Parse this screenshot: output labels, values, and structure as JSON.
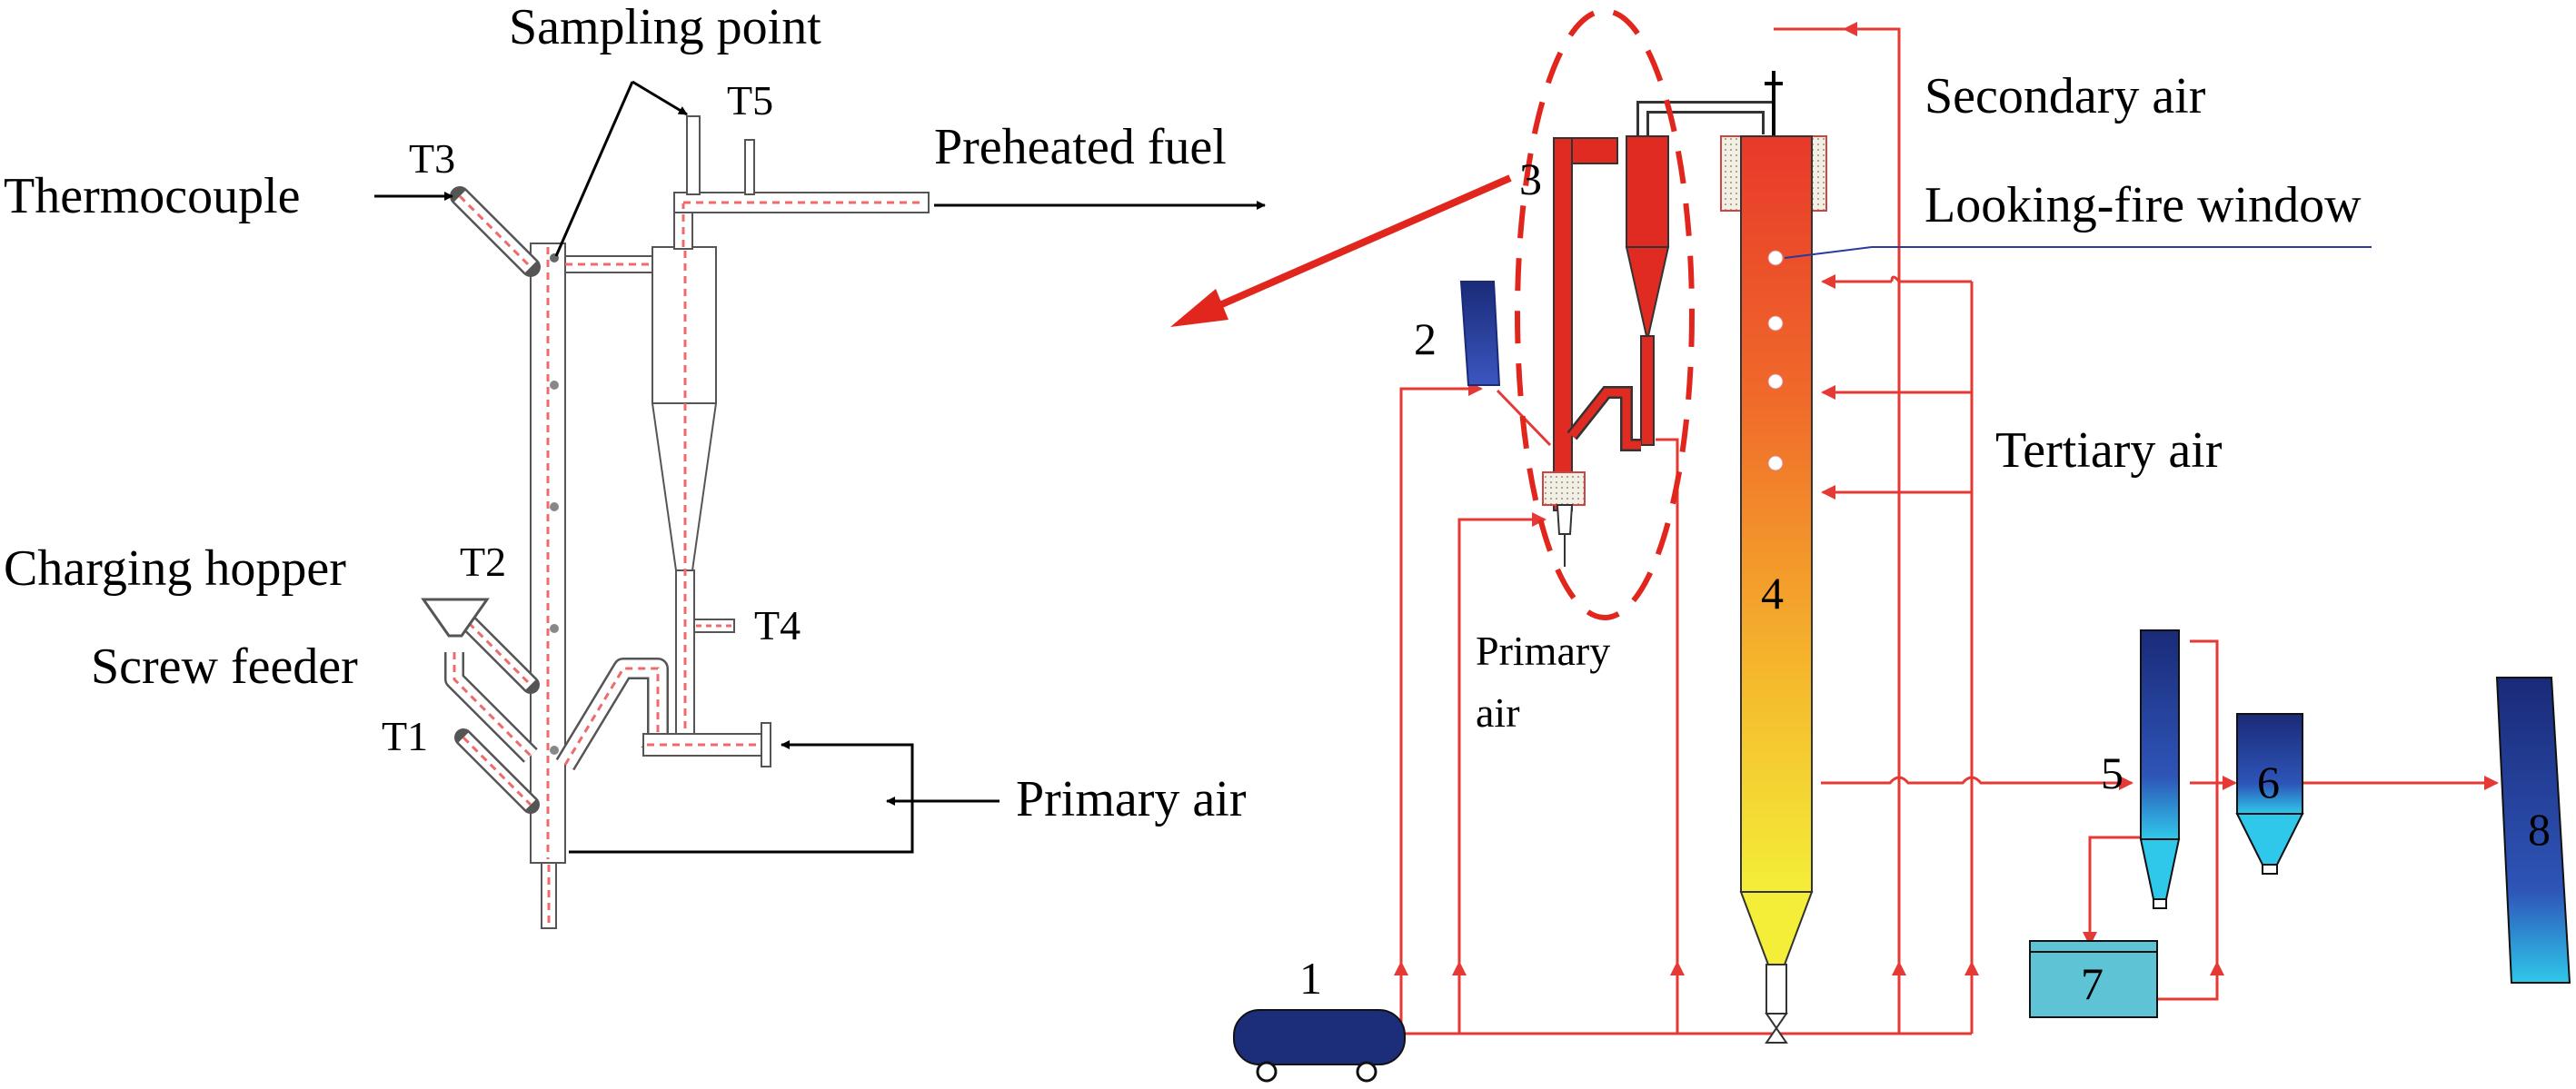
{
  "labels": {
    "sampling_point": "Sampling point",
    "thermocouple": "Thermocouple",
    "preheated_fuel": "Preheated fuel",
    "charging_hopper": "Charging hopper",
    "screw_feeder": "Screw feeder",
    "primary_air_left": "Primary air",
    "t1": "T1",
    "t2": "T2",
    "t3": "T3",
    "t4": "T4",
    "t5": "T5",
    "secondary_air": "Secondary air",
    "looking_fire_window": "Looking-fire window",
    "tertiary_air": "Tertiary air",
    "primary_air_right_line1": "Primary",
    "primary_air_right_line2": "air"
  },
  "components": {
    "n1": "1",
    "n2": "2",
    "n3": "3",
    "n4": "4",
    "n5": "5",
    "n6": "6",
    "n7": "7",
    "n8": "8"
  },
  "colors": {
    "pipe_red": "#e53935",
    "preheat_red": "#e02b22",
    "navy": "#1c2d7a",
    "dashed_red": "#e0261d",
    "window_line": "#2b3a9e",
    "tank_cyan": "#5fc3d6"
  }
}
